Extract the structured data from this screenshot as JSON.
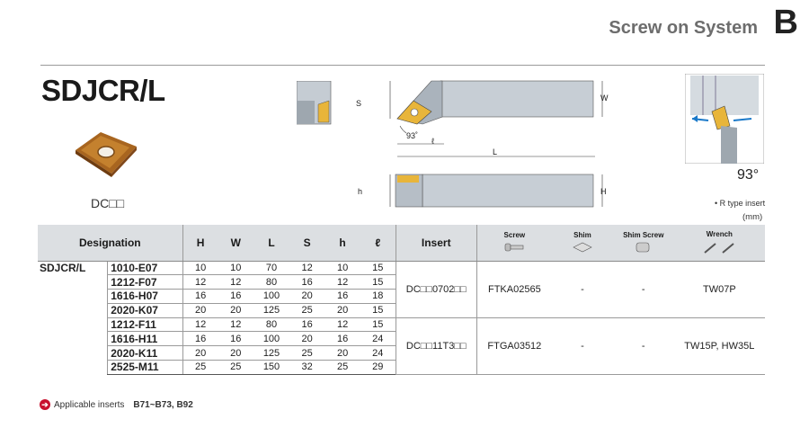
{
  "header": {
    "title": "Screw on System",
    "section": "B"
  },
  "product": {
    "code": "SDJCR/L",
    "insert_code": "DC□□"
  },
  "drawing": {
    "dim_S": "S",
    "dim_W": "W",
    "dim_L": "L",
    "dim_l": "ℓ",
    "dim_h": "h",
    "dim_H": "H",
    "angle": "93°",
    "angle_small": "93˚"
  },
  "notes": {
    "r_type": "• R type insert",
    "unit": "(mm)"
  },
  "table": {
    "headers": {
      "designation": "Designation",
      "H": "H",
      "W": "W",
      "L": "L",
      "S": "S",
      "h": "h",
      "l": "ℓ",
      "insert": "Insert",
      "screw": "Screw",
      "shim": "Shim",
      "shim_screw": "Shim Screw",
      "wrench": "Wrench"
    },
    "series": "SDJCR/L",
    "rows": [
      {
        "model": "1010-E07",
        "H": "10",
        "W": "10",
        "L": "70",
        "S": "12",
        "h": "10",
        "l": "15"
      },
      {
        "model": "1212-F07",
        "H": "12",
        "W": "12",
        "L": "80",
        "S": "16",
        "h": "12",
        "l": "15"
      },
      {
        "model": "1616-H07",
        "H": "16",
        "W": "16",
        "L": "100",
        "S": "20",
        "h": "16",
        "l": "18"
      },
      {
        "model": "2020-K07",
        "H": "20",
        "W": "20",
        "L": "125",
        "S": "25",
        "h": "20",
        "l": "15"
      },
      {
        "model": "1212-F11",
        "H": "12",
        "W": "12",
        "L": "80",
        "S": "16",
        "h": "12",
        "l": "15"
      },
      {
        "model": "1616-H11",
        "H": "16",
        "W": "16",
        "L": "100",
        "S": "20",
        "h": "16",
        "l": "24"
      },
      {
        "model": "2020-K11",
        "H": "20",
        "W": "20",
        "L": "125",
        "S": "25",
        "h": "20",
        "l": "24"
      },
      {
        "model": "2525-M11",
        "H": "25",
        "W": "25",
        "L": "150",
        "S": "32",
        "h": "25",
        "l": "29"
      }
    ],
    "groups": [
      {
        "insert": "DC□□0702□□",
        "screw": "FTKA02565",
        "shim": "-",
        "shim_screw": "-",
        "wrench": "TW07P"
      },
      {
        "insert": "DC□□11T3□□",
        "screw": "FTGA03512",
        "shim": "-",
        "shim_screw": "-",
        "wrench": "TW15P, HW35L"
      }
    ]
  },
  "footer": {
    "label": "Applicable inserts",
    "ref": "B71~B73, B92"
  }
}
